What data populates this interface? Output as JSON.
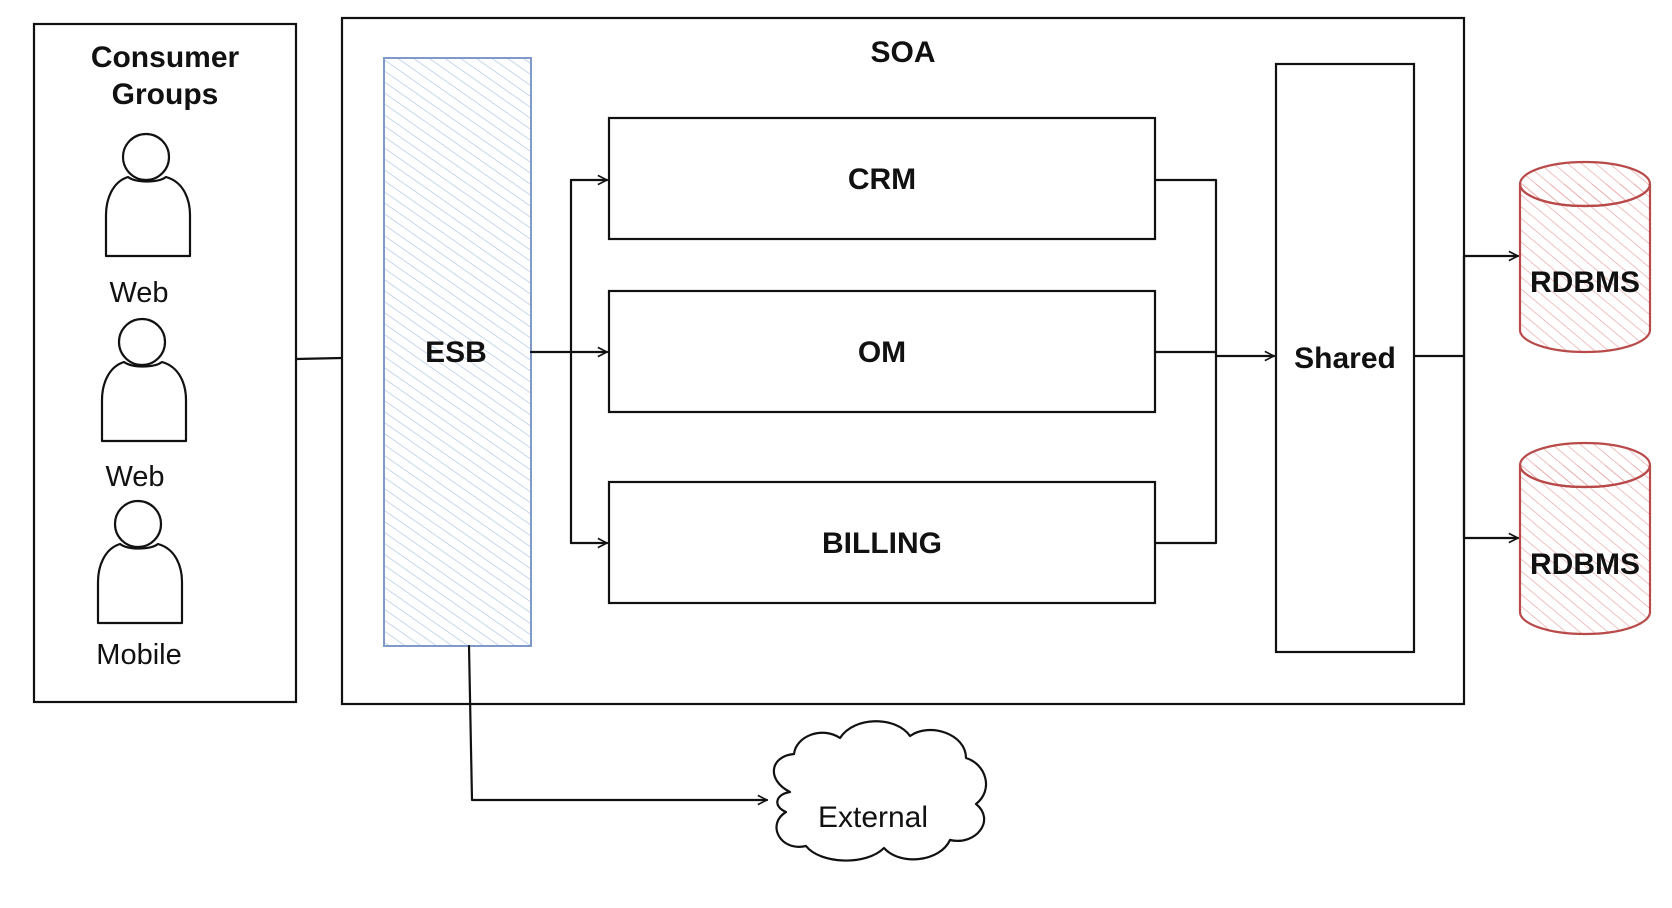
{
  "consumers": {
    "title_line1": "Consumer",
    "title_line2": "Groups",
    "users": [
      {
        "label": "Web"
      },
      {
        "label": "Web"
      },
      {
        "label": "Mobile"
      }
    ]
  },
  "soa": {
    "title": "SOA",
    "esb": "ESB",
    "services": [
      "CRM",
      "OM",
      "BILLING"
    ],
    "shared": "Shared"
  },
  "databases": [
    {
      "label": "RDBMS"
    },
    {
      "label": "RDBMS"
    }
  ],
  "external": {
    "label": "External"
  },
  "colors": {
    "esb_stroke": "#7f9ac9",
    "esb_hatch": "#a9c1e6",
    "db_stroke": "#b84a4a",
    "db_hatch": "#e8a0a0"
  }
}
